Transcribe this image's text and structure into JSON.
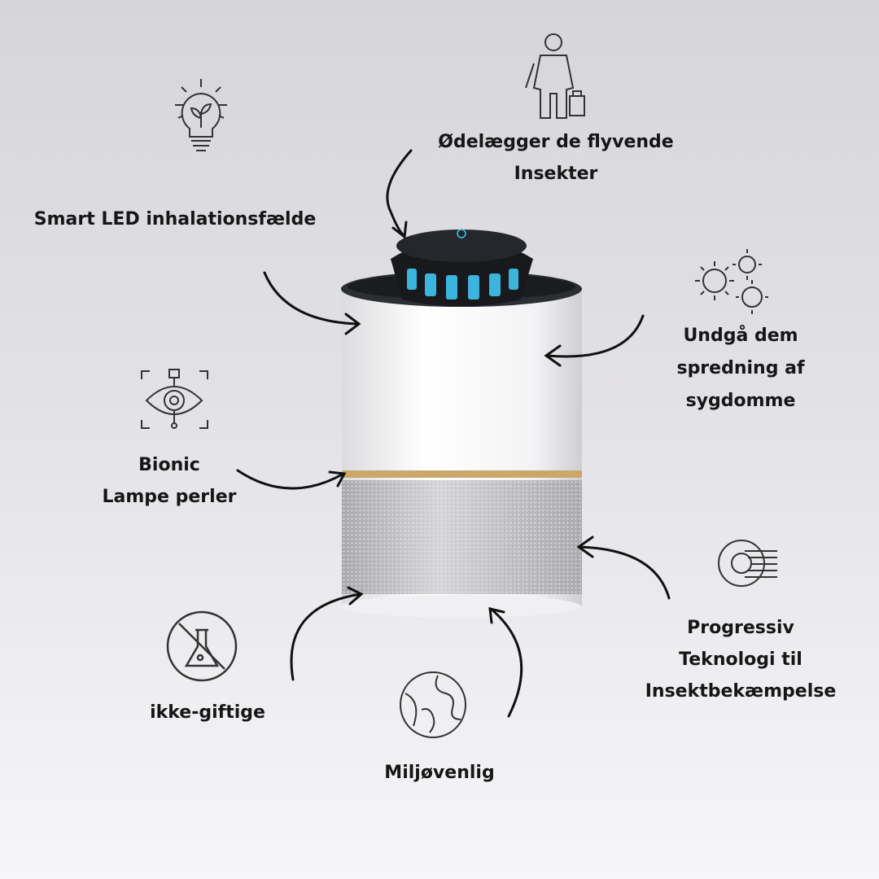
{
  "features": {
    "smart_led": "Smart LED inhalationsfælde",
    "destroys_line1": "Ødelægger de flyvende",
    "destroys_line2": "Insekter",
    "avoid_line1": "Undgå dem",
    "avoid_line2": "spredning af",
    "avoid_line3": "sygdomme",
    "bionic_line1": "Bionic",
    "bionic_line2": "Lampe perler",
    "progressive_line1": "Progressiv",
    "progressive_line2": "Teknologi til",
    "progressive_line3": "Insektbekæmpelse",
    "non_toxic": "ikke-giftige",
    "eco": "Miljøvenlig"
  },
  "colors": {
    "text": "#161616",
    "accent_blue": "#3fc6f0",
    "gold_band": "#c9a86a"
  }
}
